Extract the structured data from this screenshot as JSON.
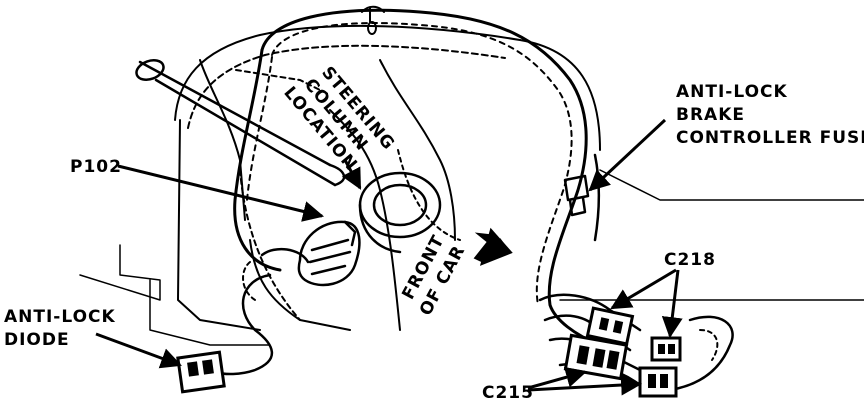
{
  "labels": {
    "p102": "P102",
    "steering_1": "STEERING",
    "steering_2": "COLUMN",
    "steering_3": "LOCATION",
    "fuse_1": "ANTI-LOCK",
    "fuse_2": "BRAKE",
    "fuse_3": "CONTROLLER FUSE",
    "front_1": "FRONT",
    "front_2": "OF CAR",
    "c218": "C218",
    "diode_1": "ANTI-LOCK",
    "diode_2": "DIODE",
    "c215": "C215"
  }
}
